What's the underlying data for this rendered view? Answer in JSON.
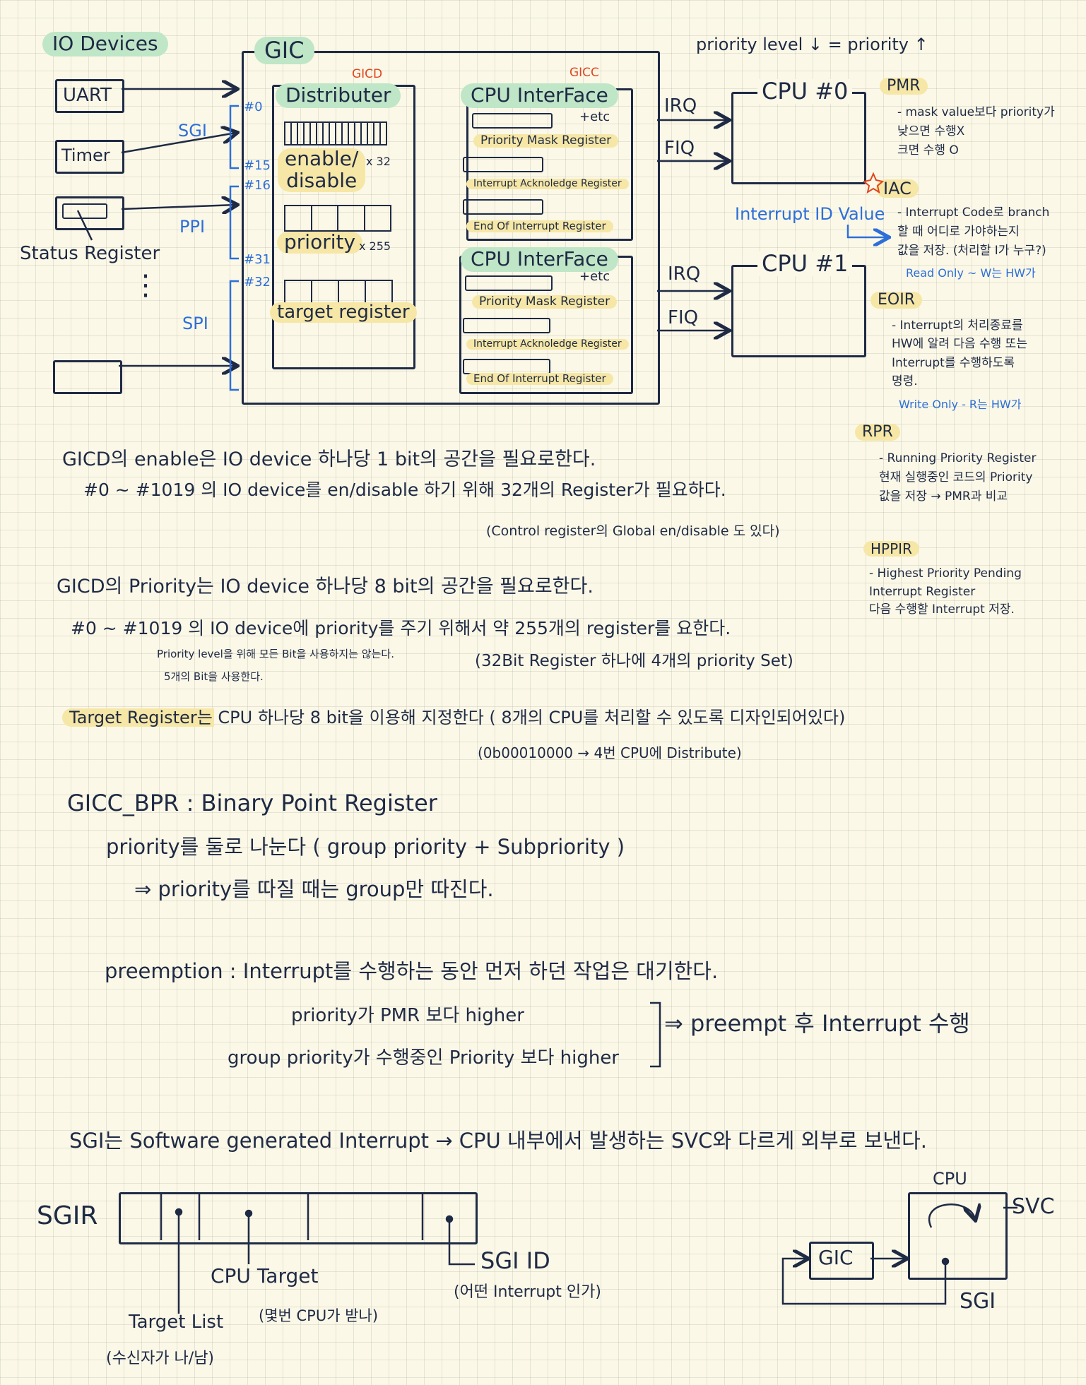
{
  "top": {
    "io_devices": "IO Devices",
    "gic": "GIC",
    "priority_note": "priority level ↓ = priority ↑",
    "gicd": "GICD",
    "gicc": "GICC"
  },
  "devices": {
    "uart": "UART",
    "timer": "Timer",
    "status_register": "Status Register",
    "dots": "⋮"
  },
  "ranges": {
    "r0": "#0",
    "r15": "#15",
    "r16": "#16",
    "r31": "#31",
    "r32": "#32",
    "sgi": "SGI",
    "ppi": "PPI",
    "spi": "SPI"
  },
  "distributer": {
    "title": "Distributer",
    "enable": "enable/\ndisable",
    "x32": "x 32",
    "priority": "priority",
    "x255": "x 255",
    "target": "target register"
  },
  "cpu_if": {
    "title": "CPU InterFace",
    "etc": "+etc",
    "pmr": "Priority Mask Register",
    "iar": "Interrupt Acknoledge Register",
    "eoi": "End Of Interrupt Register"
  },
  "cpus": {
    "cpu0": "CPU #0",
    "cpu1": "CPU #1",
    "irq": "IRQ",
    "fiq": "FIQ",
    "interrupt_id_value": "Interrupt ID Value"
  },
  "side_notes": {
    "pmr_title": "PMR",
    "pmr_text": "- mask value보다 priority가\n낮으면 수행X\n크면 수행 O",
    "iac_title": "IAC",
    "iac_text": "- Interrupt Code로 branch\n할 때 어디로 가야하는지\n값을 저장. (처리할 I가 누구?)",
    "iac_note": "Read Only ~ W는 HW가",
    "eoir_title": "EOIR",
    "eoir_text": "- Interrupt의 처리종료를\nHW에 알려 다음 수행 또는\nInterrupt를 수행하도록\n명령.",
    "eoir_note": "Write Only - R는 HW가",
    "rpr_title": "RPR",
    "rpr_text": "- Running Priority Register\n현재 실행중인 코드의 Priority\n값을 저장 → PMR과 비교",
    "hppir_title": "HPPIR",
    "hppir_text": "- Highest Priority Pending\nInterrupt Register\n다음 수행할 Interrupt 저장."
  },
  "body": {
    "l1": "GICD의 enable은 IO device 하나당 1 bit의 공간을 필요로한다.",
    "l2": "#0 ~ #1019 의 IO device를 en/disable 하기 위해 32개의 Register가 필요하다.",
    "l3": "(Control register의 Global en/disable 도 있다)",
    "l4": "GICD의 Priority는 IO device 하나당 8 bit의 공간을 필요로한다.",
    "l5": "#0 ~ #1019 의 IO device에 priority를 주기 위해서 약 255개의 register를 요한다.",
    "l6a": "Priority level을 위해 모든 Bit을 사용하지는 않는다.",
    "l6b": "5개의 Bit을 사용한다.",
    "l6c": "(32Bit Register 하나에 4개의 priority Set)",
    "l7": "Target Register는 CPU 하나당 8 bit을 이용해 지정한다 ( 8개의 CPU를 처리할 수 있도록 디자인되어있다)",
    "l8": "(0b00010000 → 4번 CPU에 Distribute)",
    "l9": "GICC_BPR : Binary Point Register",
    "l10": "priority를 둘로 나눈다 ( group priority + Subpriority )",
    "l11": "⇒ priority를 따질 때는 group만 따진다.",
    "l12": "preemption : Interrupt를 수행하는 동안 먼저 하던 작업은 대기한다.",
    "l13": "priority가 PMR 보다 higher",
    "l14": "group priority가 수행중인 Priority 보다 higher",
    "l15": "⇒ preempt 후 Interrupt 수행",
    "l16": "SGI는 Software generated Interrupt → CPU 내부에서 발생하는 SVC와 다르게 외부로 보낸다."
  },
  "sgir": {
    "label": "SGIR",
    "cpu_target": "CPU Target",
    "cpu_target_note": "(몇번 CPU가 받나)",
    "target_list": "Target List",
    "target_list_note": "(수신자가 나/남)",
    "sgi_id": "SGI ID",
    "sgi_id_note": "(어떤 Interrupt 인가)"
  },
  "mini": {
    "cpu": "CPU",
    "svc": "SVC",
    "gic": "GIC",
    "sgi": "SGI"
  }
}
